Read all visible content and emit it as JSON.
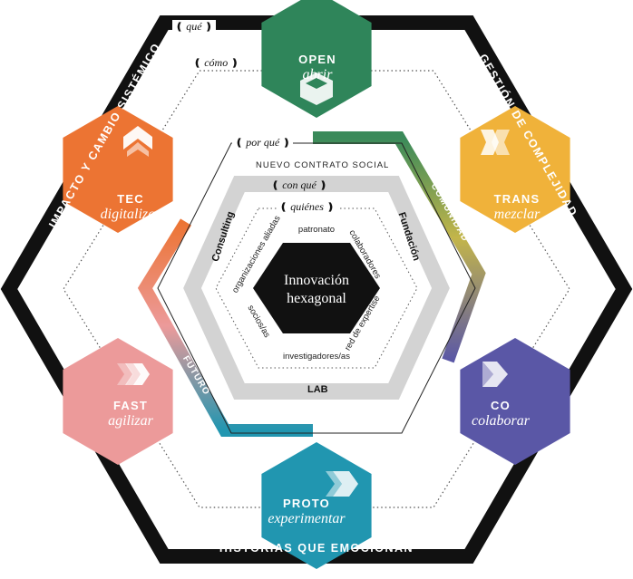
{
  "outer_labels": {
    "top_left": "IMPACTO Y CAMBIO SISTÉMICO",
    "top_right": "GESTIÓN DE COMPLEJIDAD",
    "bottom": "HISTORIAS QUE EMOCIONAN"
  },
  "questions": {
    "que": "qué",
    "como": "cómo",
    "por_que": "por qué",
    "con_que": "con qué",
    "quienes": "quiénes"
  },
  "nodes": [
    {
      "key": "open",
      "title": "OPEN",
      "verb": "abrir",
      "color": "#2f855a"
    },
    {
      "key": "trans",
      "title": "TRANS",
      "verb": "mezclar",
      "color": "#f0b23a"
    },
    {
      "key": "co",
      "title": "CO",
      "verb": "colaborar",
      "color": "#5a57a6"
    },
    {
      "key": "proto",
      "title": "PROTO",
      "verb": "experimentar",
      "color": "#2196b0"
    },
    {
      "key": "fast",
      "title": "FAST",
      "verb": "agilizar",
      "color": "#ec9a9a"
    },
    {
      "key": "tec",
      "title": "TEC",
      "verb": "digitalizar",
      "color": "#ec7433"
    }
  ],
  "ring_labels": {
    "contract": "NUEVO CONTRATO SOCIAL",
    "comunidad": "COMUNIDAD",
    "futuro": "FUTURO"
  },
  "inner_ring": {
    "consulting": "Consulting",
    "fundacion": "Fundación",
    "lab": "LAB"
  },
  "actors": {
    "patronato": "patronato",
    "colaboradores": "colaboradores",
    "red_de_expertise": "red de expertise",
    "investigadores": "investigadores/as",
    "socios": "socios/as",
    "organizaciones": "organizaciones aliadas"
  },
  "center": "Innovación hexagonal",
  "colors": {
    "frame": "#111111",
    "ring": "#d3d3d3",
    "core": "#111111",
    "comunidad_start": "#3a8a5a",
    "comunidad_end": "#5a57a6",
    "futuro_start": "#ec7433",
    "futuro_end": "#2196b0"
  }
}
